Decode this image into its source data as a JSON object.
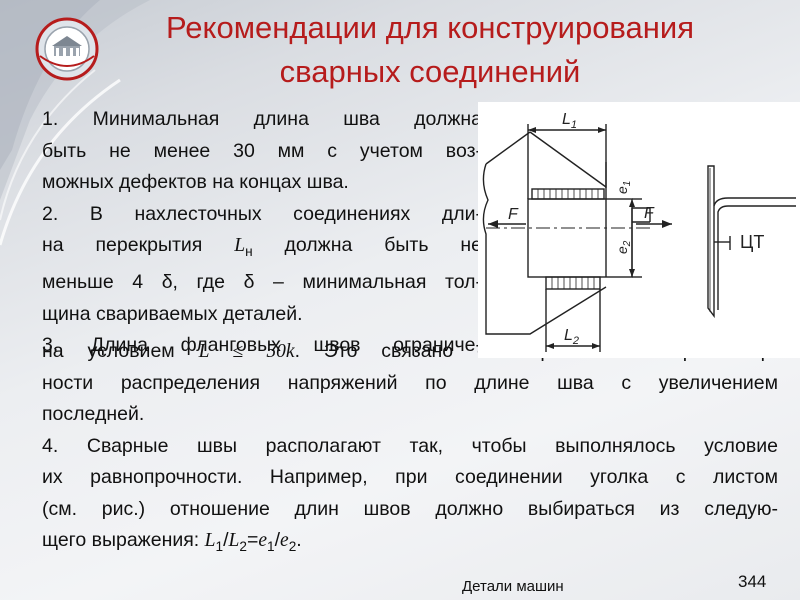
{
  "slide": {
    "title_line1": "Рекомендации для конструирования",
    "title_line2": "сварных соединений",
    "p1": {
      "l1": "1. Минимальная длина шва должна",
      "l2": "быть не менее 30 мм с учетом воз-",
      "l3": "можных дефектов на концах шва."
    },
    "p2": {
      "l1": "2. В нахлесточных соединениях дли-",
      "l2a": "на перекрытия ",
      "sym_L": "L",
      "sub_n": "н",
      "l2b": " должна быть не",
      "l3": "меньше 4 δ, где δ – минимальная тол-",
      "l4": "щина свариваемых деталей."
    },
    "p3": {
      "l1": "3. Длина фланговых швов ограниче-",
      "l2a": "на условием ",
      "cond": "L ≤ 50k",
      "l2b": ". Это связано с возрастанием неравномер-",
      "l3": "ности распределения напряжений по длине шва с увеличением",
      "l4": "последней."
    },
    "p4": {
      "l1": "4. Сварные швы располагают так, чтобы выполнялось условие",
      "l2": "их равнопрочности. Например, при соединении уголка с листом",
      "l3": "(см. рис.) отношение длин швов должно выбираться из следую-",
      "l4a": "щего выражения: ",
      "L": "L",
      "s1": "1",
      "slash": "/",
      "s2": "2",
      "eq": "=",
      "e": "e",
      "end": "."
    },
    "footer": "Детали машин",
    "page_number": "344"
  },
  "figure": {
    "label_L1": "L",
    "label_L1_sub": "1",
    "label_L2": "L",
    "label_L2_sub": "2",
    "label_e1": "e",
    "label_e1_sub": "1",
    "label_e2": "e",
    "label_e2_sub": "2",
    "force_left": "F",
    "force_right": "F",
    "centroid_label": "ЦТ"
  },
  "colors": {
    "title": "#b61c1c",
    "text": "#111111",
    "drawing": "#222222"
  }
}
